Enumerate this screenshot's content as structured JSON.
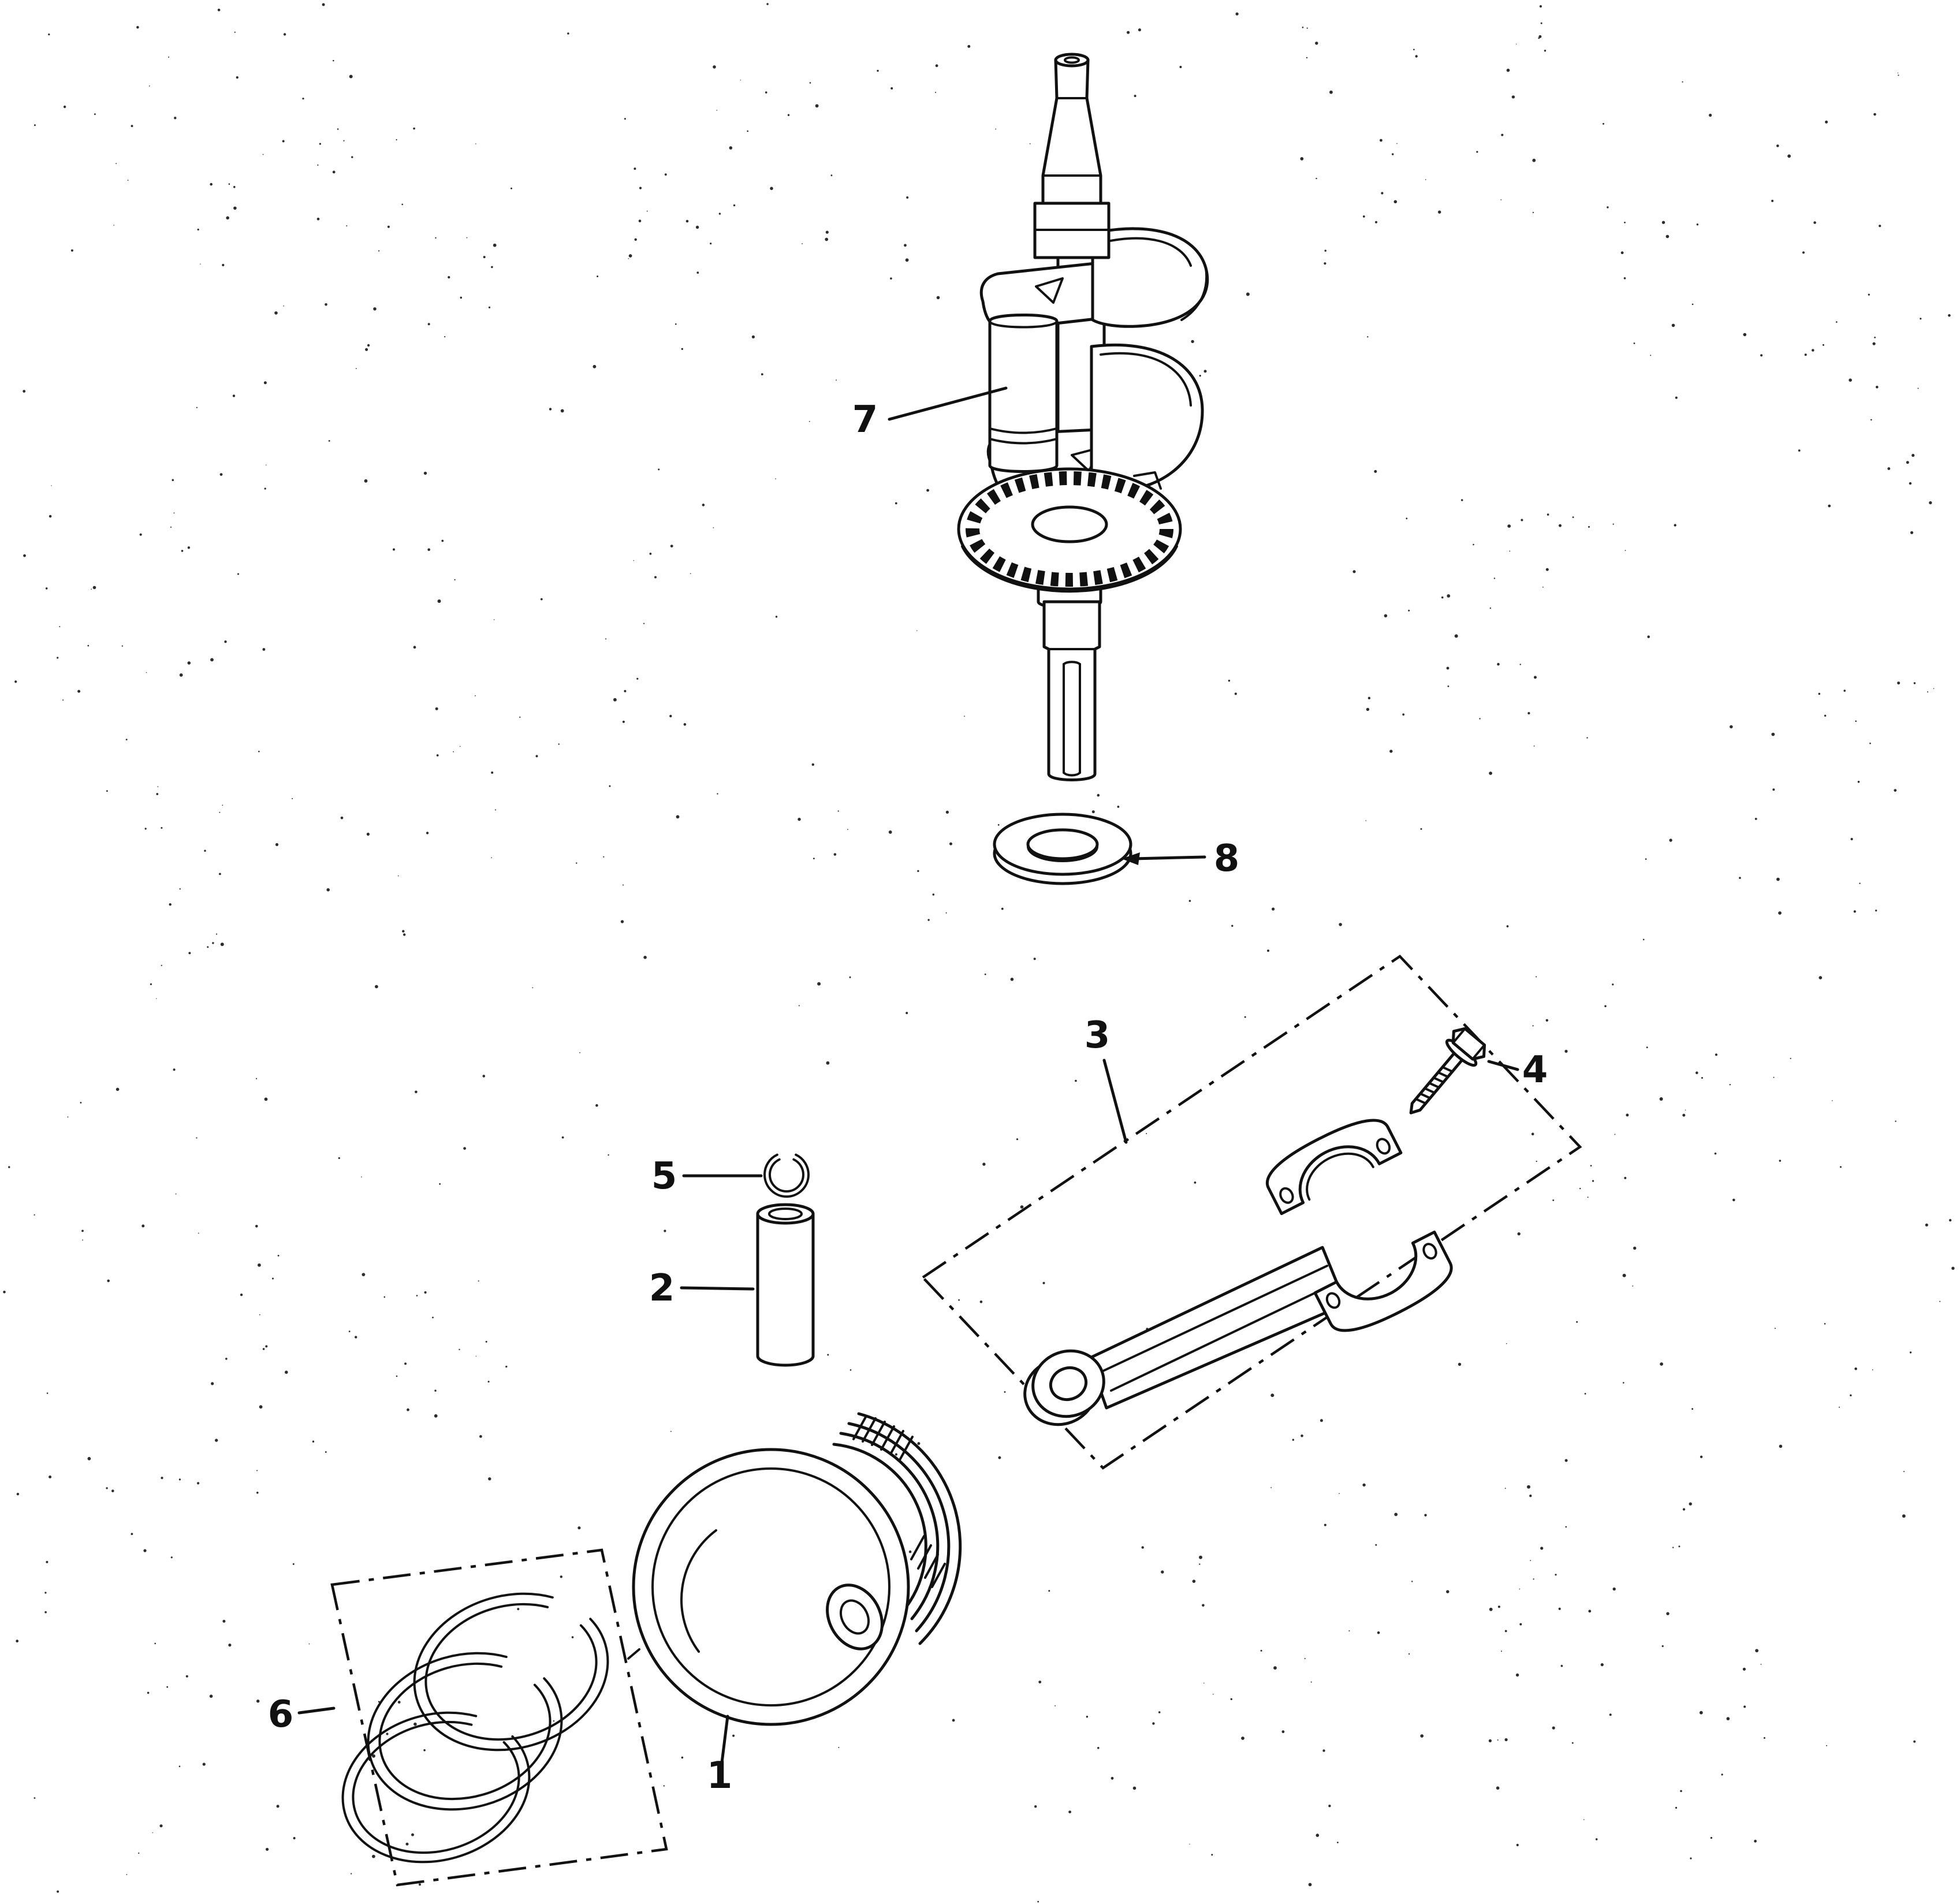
{
  "page": {
    "background": "#ffffff",
    "ink": "#111111"
  },
  "figure": {
    "type": "exploded-parts-diagram",
    "callouts": {
      "c1": "1",
      "c2": "2",
      "c3": "3",
      "c4": "4",
      "c5": "5",
      "c6": "6",
      "c7": "7",
      "c8": "8"
    }
  }
}
